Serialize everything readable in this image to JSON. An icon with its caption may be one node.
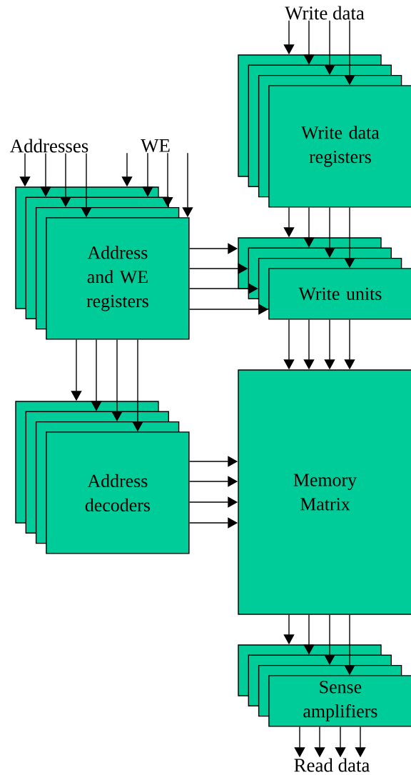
{
  "diagram": {
    "nodes": [
      {
        "text": [
          "Addresses"
        ]
      },
      {
        "text": [
          "WE"
        ]
      },
      {
        "text": [
          "Address and WE registers"
        ]
      },
      {
        "text": [
          "Write data"
        ]
      },
      {
        "text": [
          "Write data registers"
        ]
      },
      {
        "text": [
          "Write units"
        ]
      },
      {
        "text": [
          "Address decoders"
        ]
      },
      {
        "text": [
          "Memory Matrix"
        ]
      },
      {
        "text": [
          "Sense amplifiers"
        ]
      },
      {
        "text": [
          "Read data"
        ]
      }
    ],
    "edges": [
      {
        "from": 0,
        "to": 2,
        "arrow": "to"
      },
      {
        "from": 0,
        "to": 2,
        "arrow": "to"
      },
      {
        "from": 0,
        "to": 2,
        "arrow": "to"
      },
      {
        "from": 0,
        "to": 2,
        "arrow": "to"
      },
      {
        "from": 1,
        "to": 2,
        "arrow": "to"
      },
      {
        "from": 1,
        "to": 2,
        "arrow": "to"
      },
      {
        "from": 1,
        "to": 2,
        "arrow": "to"
      },
      {
        "from": 1,
        "to": 2,
        "arrow": "to"
      },
      {
        "from": 3,
        "to": 4,
        "arrow": "to"
      },
      {
        "from": 3,
        "to": 4,
        "arrow": "to"
      },
      {
        "from": 3,
        "to": 4,
        "arrow": "to"
      },
      {
        "from": 3,
        "to": 4,
        "arrow": "to"
      },
      {
        "from": 2,
        "to": 5,
        "arrow": "to"
      },
      {
        "from": 2,
        "to": 5,
        "arrow": "to"
      },
      {
        "from": 2,
        "to": 5,
        "arrow": "to"
      },
      {
        "from": 2,
        "to": 5,
        "arrow": "to"
      },
      {
        "from": 4,
        "to": 5,
        "arrow": "to"
      },
      {
        "from": 4,
        "to": 5,
        "arrow": "to"
      },
      {
        "from": 4,
        "to": 5,
        "arrow": "to"
      },
      {
        "from": 4,
        "to": 5,
        "arrow": "to"
      },
      {
        "from": 2,
        "to": 6,
        "arrow": "to"
      },
      {
        "from": 2,
        "to": 6,
        "arrow": "to"
      },
      {
        "from": 2,
        "to": 6,
        "arrow": "to"
      },
      {
        "from": 2,
        "to": 6,
        "arrow": "to"
      },
      {
        "from": 5,
        "to": 7,
        "arrow": "to"
      },
      {
        "from": 5,
        "to": 7,
        "arrow": "to"
      },
      {
        "from": 5,
        "to": 7,
        "arrow": "to"
      },
      {
        "from": 5,
        "to": 7,
        "arrow": "to"
      },
      {
        "from": 6,
        "to": 7,
        "arrow": "to"
      },
      {
        "from": 6,
        "to": 7,
        "arrow": "to"
      },
      {
        "from": 6,
        "to": 7,
        "arrow": "to"
      },
      {
        "from": 6,
        "to": 7,
        "arrow": "to"
      },
      {
        "from": 7,
        "to": 8,
        "arrow": "to"
      },
      {
        "from": 7,
        "to": 8,
        "arrow": "to"
      },
      {
        "from": 7,
        "to": 8,
        "arrow": "to"
      },
      {
        "from": 7,
        "to": 8,
        "arrow": "to"
      },
      {
        "from": 8,
        "to": 9,
        "arrow": "to"
      },
      {
        "from": 8,
        "to": 9,
        "arrow": "to"
      },
      {
        "from": 8,
        "to": 9,
        "arrow": "to"
      },
      {
        "from": 8,
        "to": 9,
        "arrow": "to"
      }
    ]
  }
}
